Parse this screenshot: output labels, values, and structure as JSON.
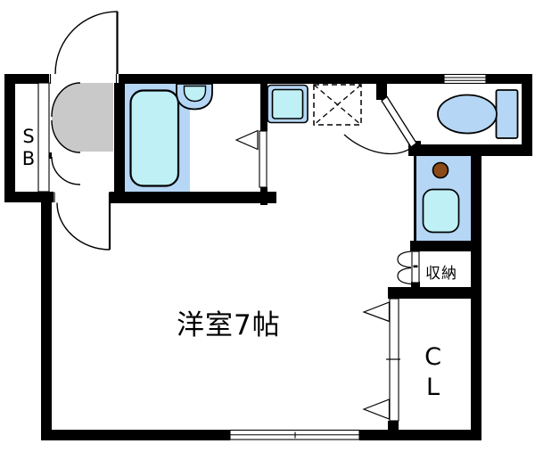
{
  "labels": {
    "main_room": "洋室7帖",
    "shoe_box": "SB",
    "storage": "収納",
    "closet": "CL"
  },
  "colors": {
    "wall": "#000000",
    "floor_blue": "#b5d6f5",
    "fixture_cyan": "#bef0f6",
    "genkan_gray": "#c9c9c9",
    "drain_brown": "#8b4a17",
    "background": "#ffffff"
  },
  "fixtures": {
    "bathtub": "bathtub",
    "bath_sink": "bath-sink",
    "toilet": "toilet",
    "wash_basin": "wash-basin",
    "washing_machine": "washing-machine-pan",
    "refrigerator_space": "refrigerator-space",
    "drain": "drain-cap"
  }
}
